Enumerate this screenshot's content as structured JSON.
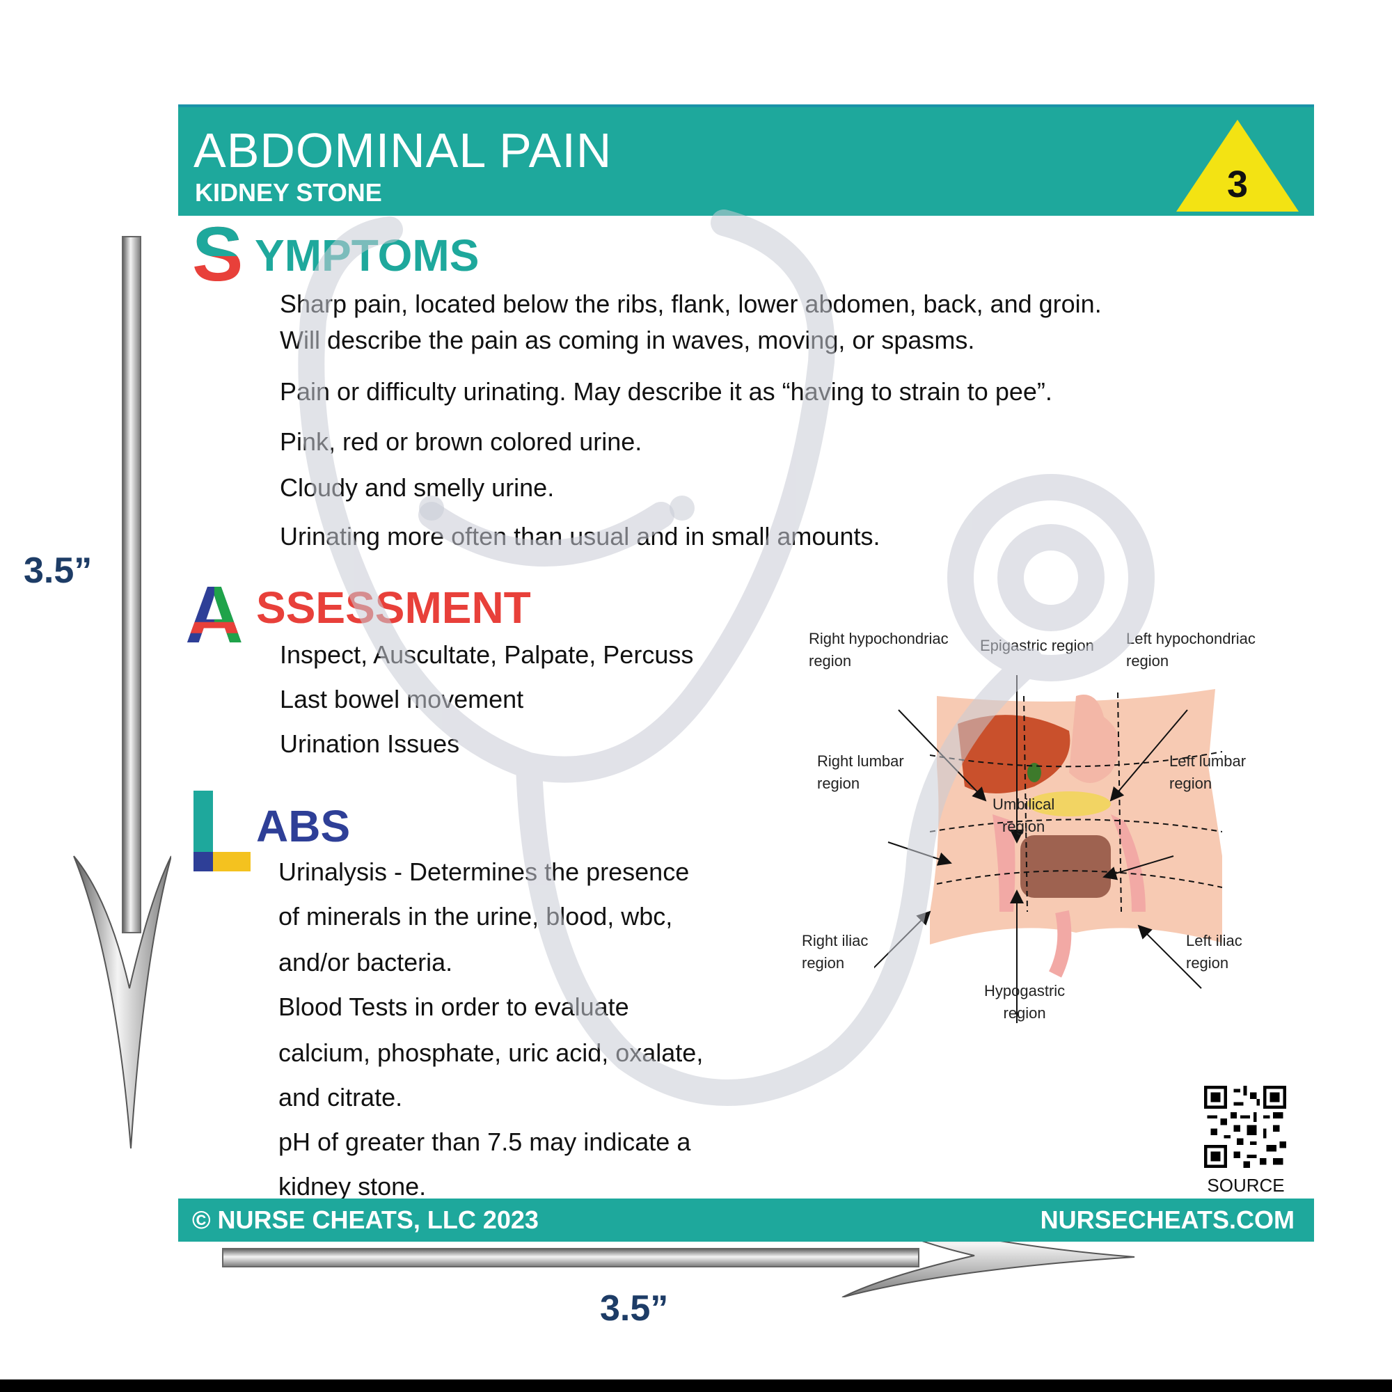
{
  "dimensions": {
    "vertical": "3.5”",
    "horizontal": "3.5”"
  },
  "header": {
    "title": "ABDOMINAL PAIN",
    "subtitle": "KIDNEY STONE",
    "badge_number": "3"
  },
  "symptoms": {
    "letter": "S",
    "rest": "YMPTOMS",
    "lines": [
      "Sharp pain, located below the ribs, flank, lower abdomen, back, and groin.",
      "Will describe the pain as coming in waves, moving, or spasms.",
      "Pain or difficulty urinating.  May describe it as “having to strain to pee”.",
      "Pink, red or brown colored urine.",
      "Cloudy and smelly urine.",
      "Urinating more often than usual and in small amounts."
    ]
  },
  "assessment": {
    "letter": "A",
    "rest": "SSESSMENT",
    "lines": [
      "Inspect, Auscultate, Palpate, Percuss",
      "Last bowel movement",
      "Urination Issues"
    ]
  },
  "labs": {
    "letter": "L",
    "rest": "ABS",
    "lines": [
      "Urinalysis - Determines the presence",
      "of minerals in the urine, blood, wbc,",
      "and/or bacteria.",
      "Blood Tests  in order to evaluate",
      "calcium, phosphate, uric acid, oxalate,",
      "and citrate.",
      "pH of greater than 7.5 may indicate a",
      "kidney stone."
    ]
  },
  "diagram": {
    "right_hypochondriac": [
      "Right hypochondriac",
      "region"
    ],
    "epigastric": "Epigastric region",
    "left_hypochondriac": [
      "Left hypochondriac",
      "region"
    ],
    "right_lumbar": [
      "Right lumbar",
      "region"
    ],
    "left_lumbar": [
      "Left lumbar",
      "region"
    ],
    "umbilical": [
      "Umbilical",
      "region"
    ],
    "right_iliac": [
      "Right iliac",
      "region"
    ],
    "left_iliac": [
      "Left iliac",
      "region"
    ],
    "hypogastric": [
      "Hypogastric",
      "region"
    ]
  },
  "source_label": "SOURCE",
  "footer": {
    "copyright": "© NURSE CHEATS, LLC 2023",
    "website": "NURSECHEATS.COM"
  },
  "colors": {
    "header_teal": "#1ea89c",
    "badge_yellow": "#f3e313",
    "section_red": "#e8403a",
    "section_blue": "#2e3f97",
    "section_teal": "#1ea89c",
    "dimension_navy": "#1d3c66"
  }
}
